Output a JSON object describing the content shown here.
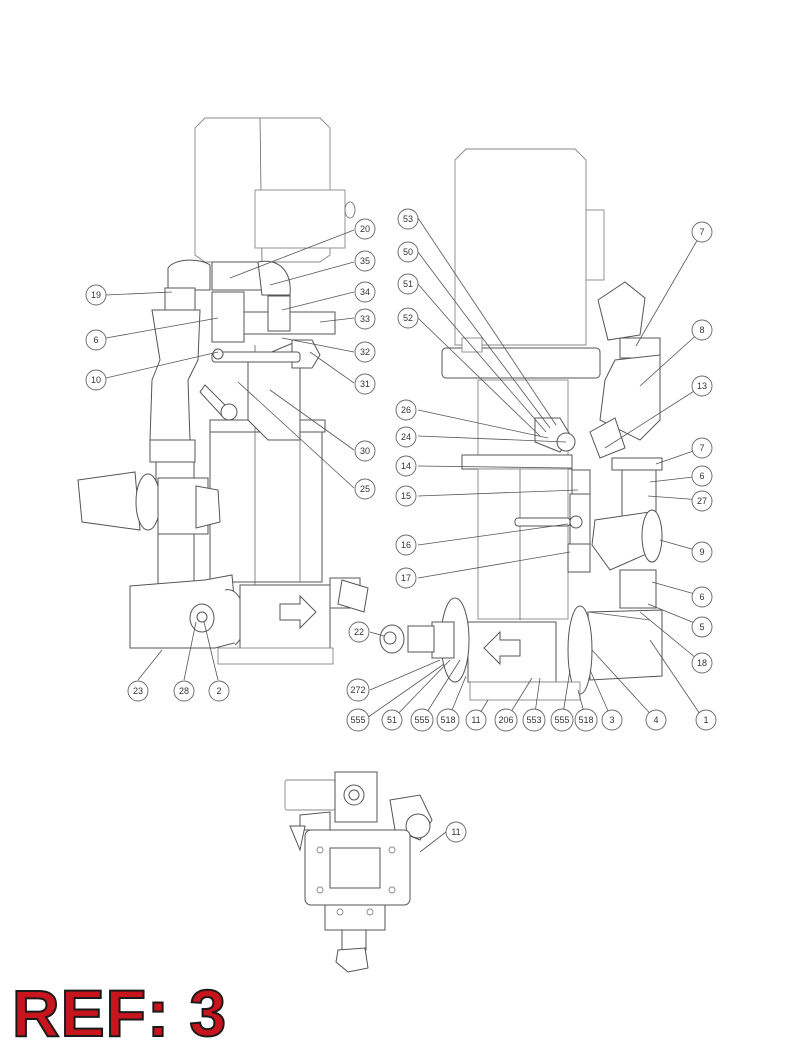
{
  "reference_label": "REF: 3",
  "views": {
    "left": {
      "callouts": [
        "19",
        "6",
        "10",
        "20",
        "35",
        "34",
        "33",
        "32",
        "31",
        "30",
        "25",
        "23",
        "28",
        "2"
      ]
    },
    "right": {
      "callouts": [
        "53",
        "50",
        "51",
        "52",
        "26",
        "24",
        "14",
        "15",
        "16",
        "17",
        "22",
        "272",
        "555",
        "51",
        "555",
        "518",
        "11",
        "206",
        "553",
        "555",
        "518",
        "3",
        "4",
        "1",
        "18",
        "5",
        "6",
        "9",
        "27",
        "6",
        "7",
        "13",
        "8",
        "7"
      ]
    },
    "bottom": {
      "callouts": [
        "11"
      ]
    }
  }
}
